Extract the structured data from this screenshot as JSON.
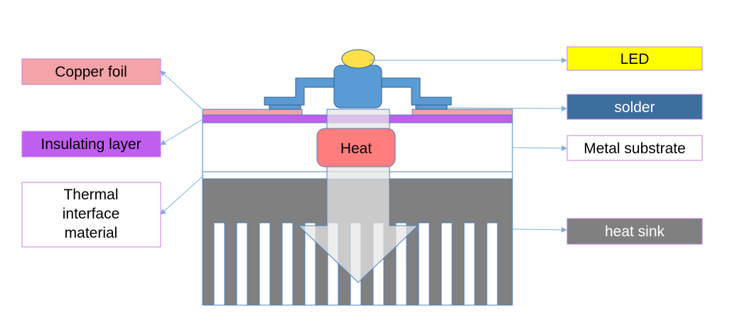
{
  "labels": {
    "copper_foil": "Copper foil",
    "insulating_layer": "Insulating layer",
    "thermal_interface": [
      "Thermal",
      "interface",
      "material"
    ],
    "led": "LED",
    "solder": "solder",
    "metal_substrate": "Metal substrate",
    "heat_sink": "heat sink",
    "heat": "Heat"
  },
  "colors": {
    "copper": "#f4a3a8",
    "insulating": "#c05ef0",
    "label_border": "#c47ee6",
    "led_yellow": "#ffff00",
    "led_dome": "#ffdf4a",
    "led_body": "#5b9bd5",
    "solder": "#3c6e9e",
    "heat_box": "#ff7d7d",
    "heat_sink": "#808080",
    "fin_gap": "#ffffff",
    "outline": "#4f81bd",
    "leader_line": "#7fb0dd"
  },
  "icons": [
    "heat-flow-arrow"
  ]
}
